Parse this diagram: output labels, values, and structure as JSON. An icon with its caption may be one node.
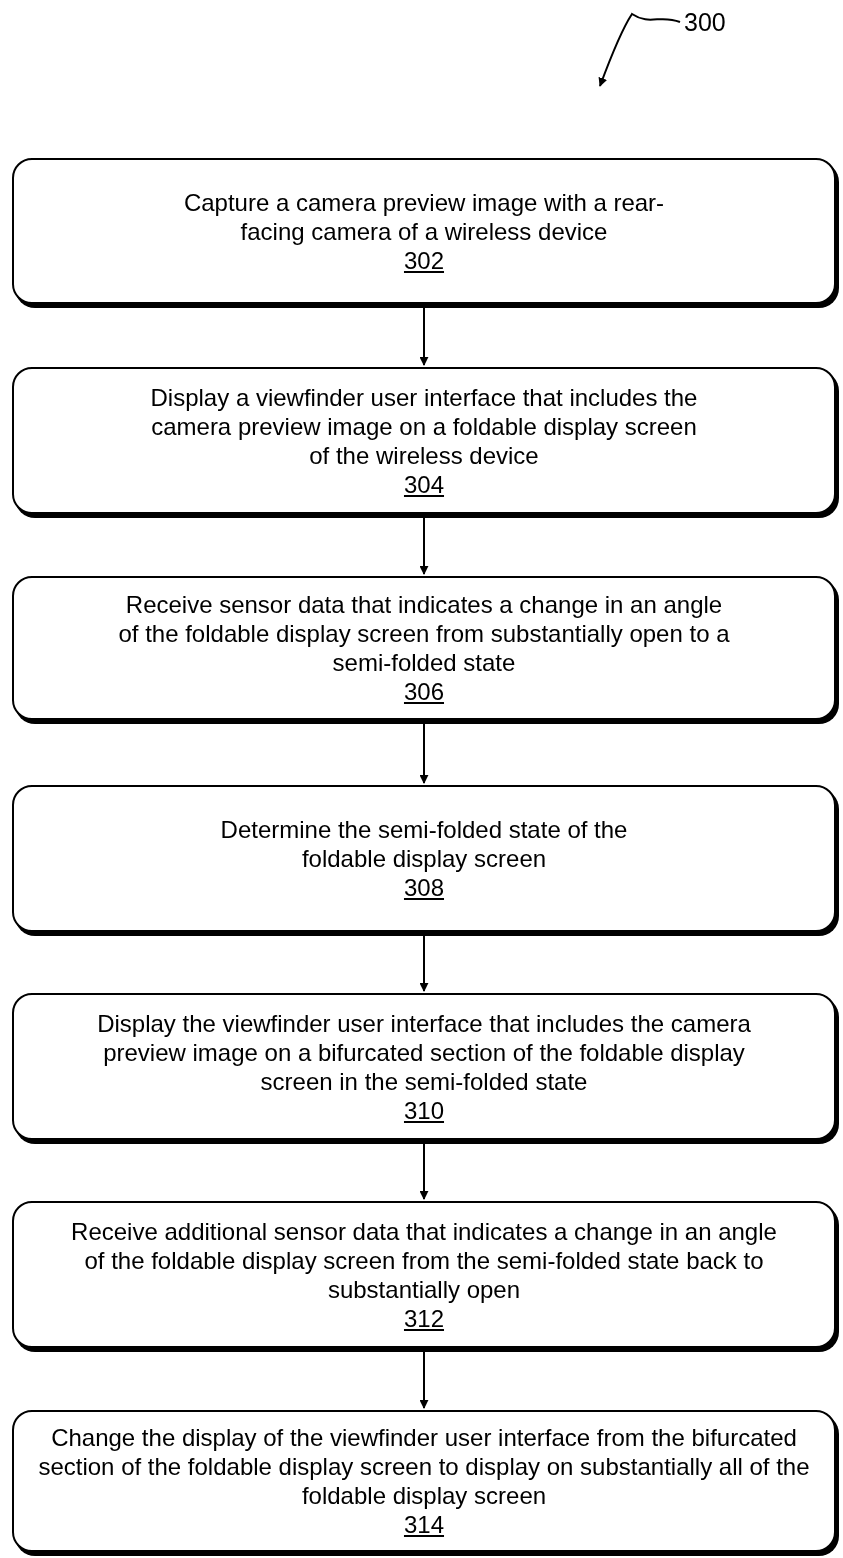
{
  "diagram": {
    "nodes": [
      {
        "text": [
          "300"
        ]
      },
      {
        "text": [
          "Capture a camera preview image with a rear-facing camera of a wireless device",
          "302"
        ]
      },
      {
        "text": [
          "Display a viewfinder user interface that includes the camera preview image on a foldable display screen of the wireless device",
          "304"
        ]
      },
      {
        "text": [
          "Receive sensor data that indicates a change in an angle of the foldable display screen from substantially open to a semi-folded state",
          "306"
        ]
      },
      {
        "text": [
          "Determine the semi-folded state of the foldable display screen",
          "308"
        ]
      },
      {
        "text": [
          "Display the viewfinder user interface that includes the camera preview image on a bifurcated section of the foldable display screen in the semi-folded state",
          "310"
        ]
      },
      {
        "text": [
          "Receive additional sensor data that indicates a change in an angle of the foldable display screen from the semi-folded state back to substantially open",
          "312"
        ]
      },
      {
        "text": [
          "Change the display of the viewfinder user interface from the bifurcated section of the foldable display screen to display on substantially all of the foldable display screen",
          "314"
        ]
      }
    ],
    "edges": [
      {
        "from": 0,
        "to": null,
        "arrow": "to"
      },
      {
        "from": 1,
        "to": 2,
        "arrow": "to"
      },
      {
        "from": 2,
        "to": 3,
        "arrow": "to"
      },
      {
        "from": 3,
        "to": 4,
        "arrow": "to"
      },
      {
        "from": 4,
        "to": 5,
        "arrow": "to"
      },
      {
        "from": 5,
        "to": 6,
        "arrow": "to"
      },
      {
        "from": 6,
        "to": 7,
        "arrow": "to"
      }
    ]
  }
}
